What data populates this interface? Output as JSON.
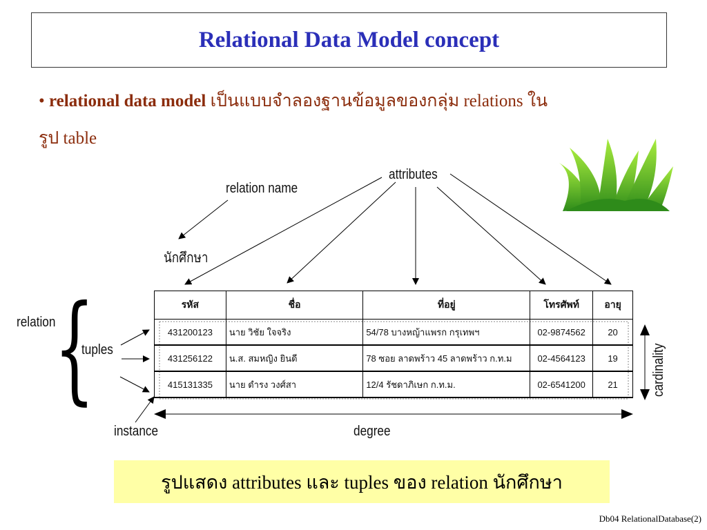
{
  "title": "Relational Data Model concept",
  "bullet": {
    "marker": "•",
    "bold_term": "relational data model",
    "text1": " เป็นแบบจำลองฐานข้อมูลของกลุ่ม  relations ใน",
    "text2": "รูป table"
  },
  "diagram": {
    "attributes_label": "attributes",
    "relation_name_label": "relation name",
    "relation_name_value": "นักศึกษา",
    "relation_label": "relation",
    "tuples_label": "tuples",
    "instance_label": "instance",
    "degree_label": "degree",
    "cardinality_label": "cardinality"
  },
  "table": {
    "headers": [
      "รหัส",
      "ชื่อ",
      "ที่อยู่",
      "โทรศัพท์",
      "อายุ"
    ],
    "rows": [
      [
        "431200123",
        "นาย วิชัย ใจจริง",
        "54/78 บางหญ้าแพรก กรุเทพฯ",
        "02-9874562",
        "20"
      ],
      [
        "431256122",
        "น.ส. สมหญิง ยินดี",
        "78 ซอย ลาดพร้าว 45 ลาดพร้าว ก.ท.ม",
        "02-4564123",
        "19"
      ],
      [
        "415131335",
        "นาย ดำรง วงศ์สา",
        "12/4 รัชดาภิเษก ก.ท.ม.",
        "02-6541200",
        "21"
      ]
    ]
  },
  "caption": "รูปแสดง attributes และ tuples ของ relation นักศึกษา",
  "footer": "Db04 RelationalDatabase(2)",
  "colors": {
    "title": "#2b2fb8",
    "bullet_text": "#8b2c0c",
    "caption_bg": "#ffffa6",
    "grass_dark": "#2e8b1a",
    "grass_light": "#9be23c"
  },
  "icons": [
    "grass-clipart"
  ]
}
